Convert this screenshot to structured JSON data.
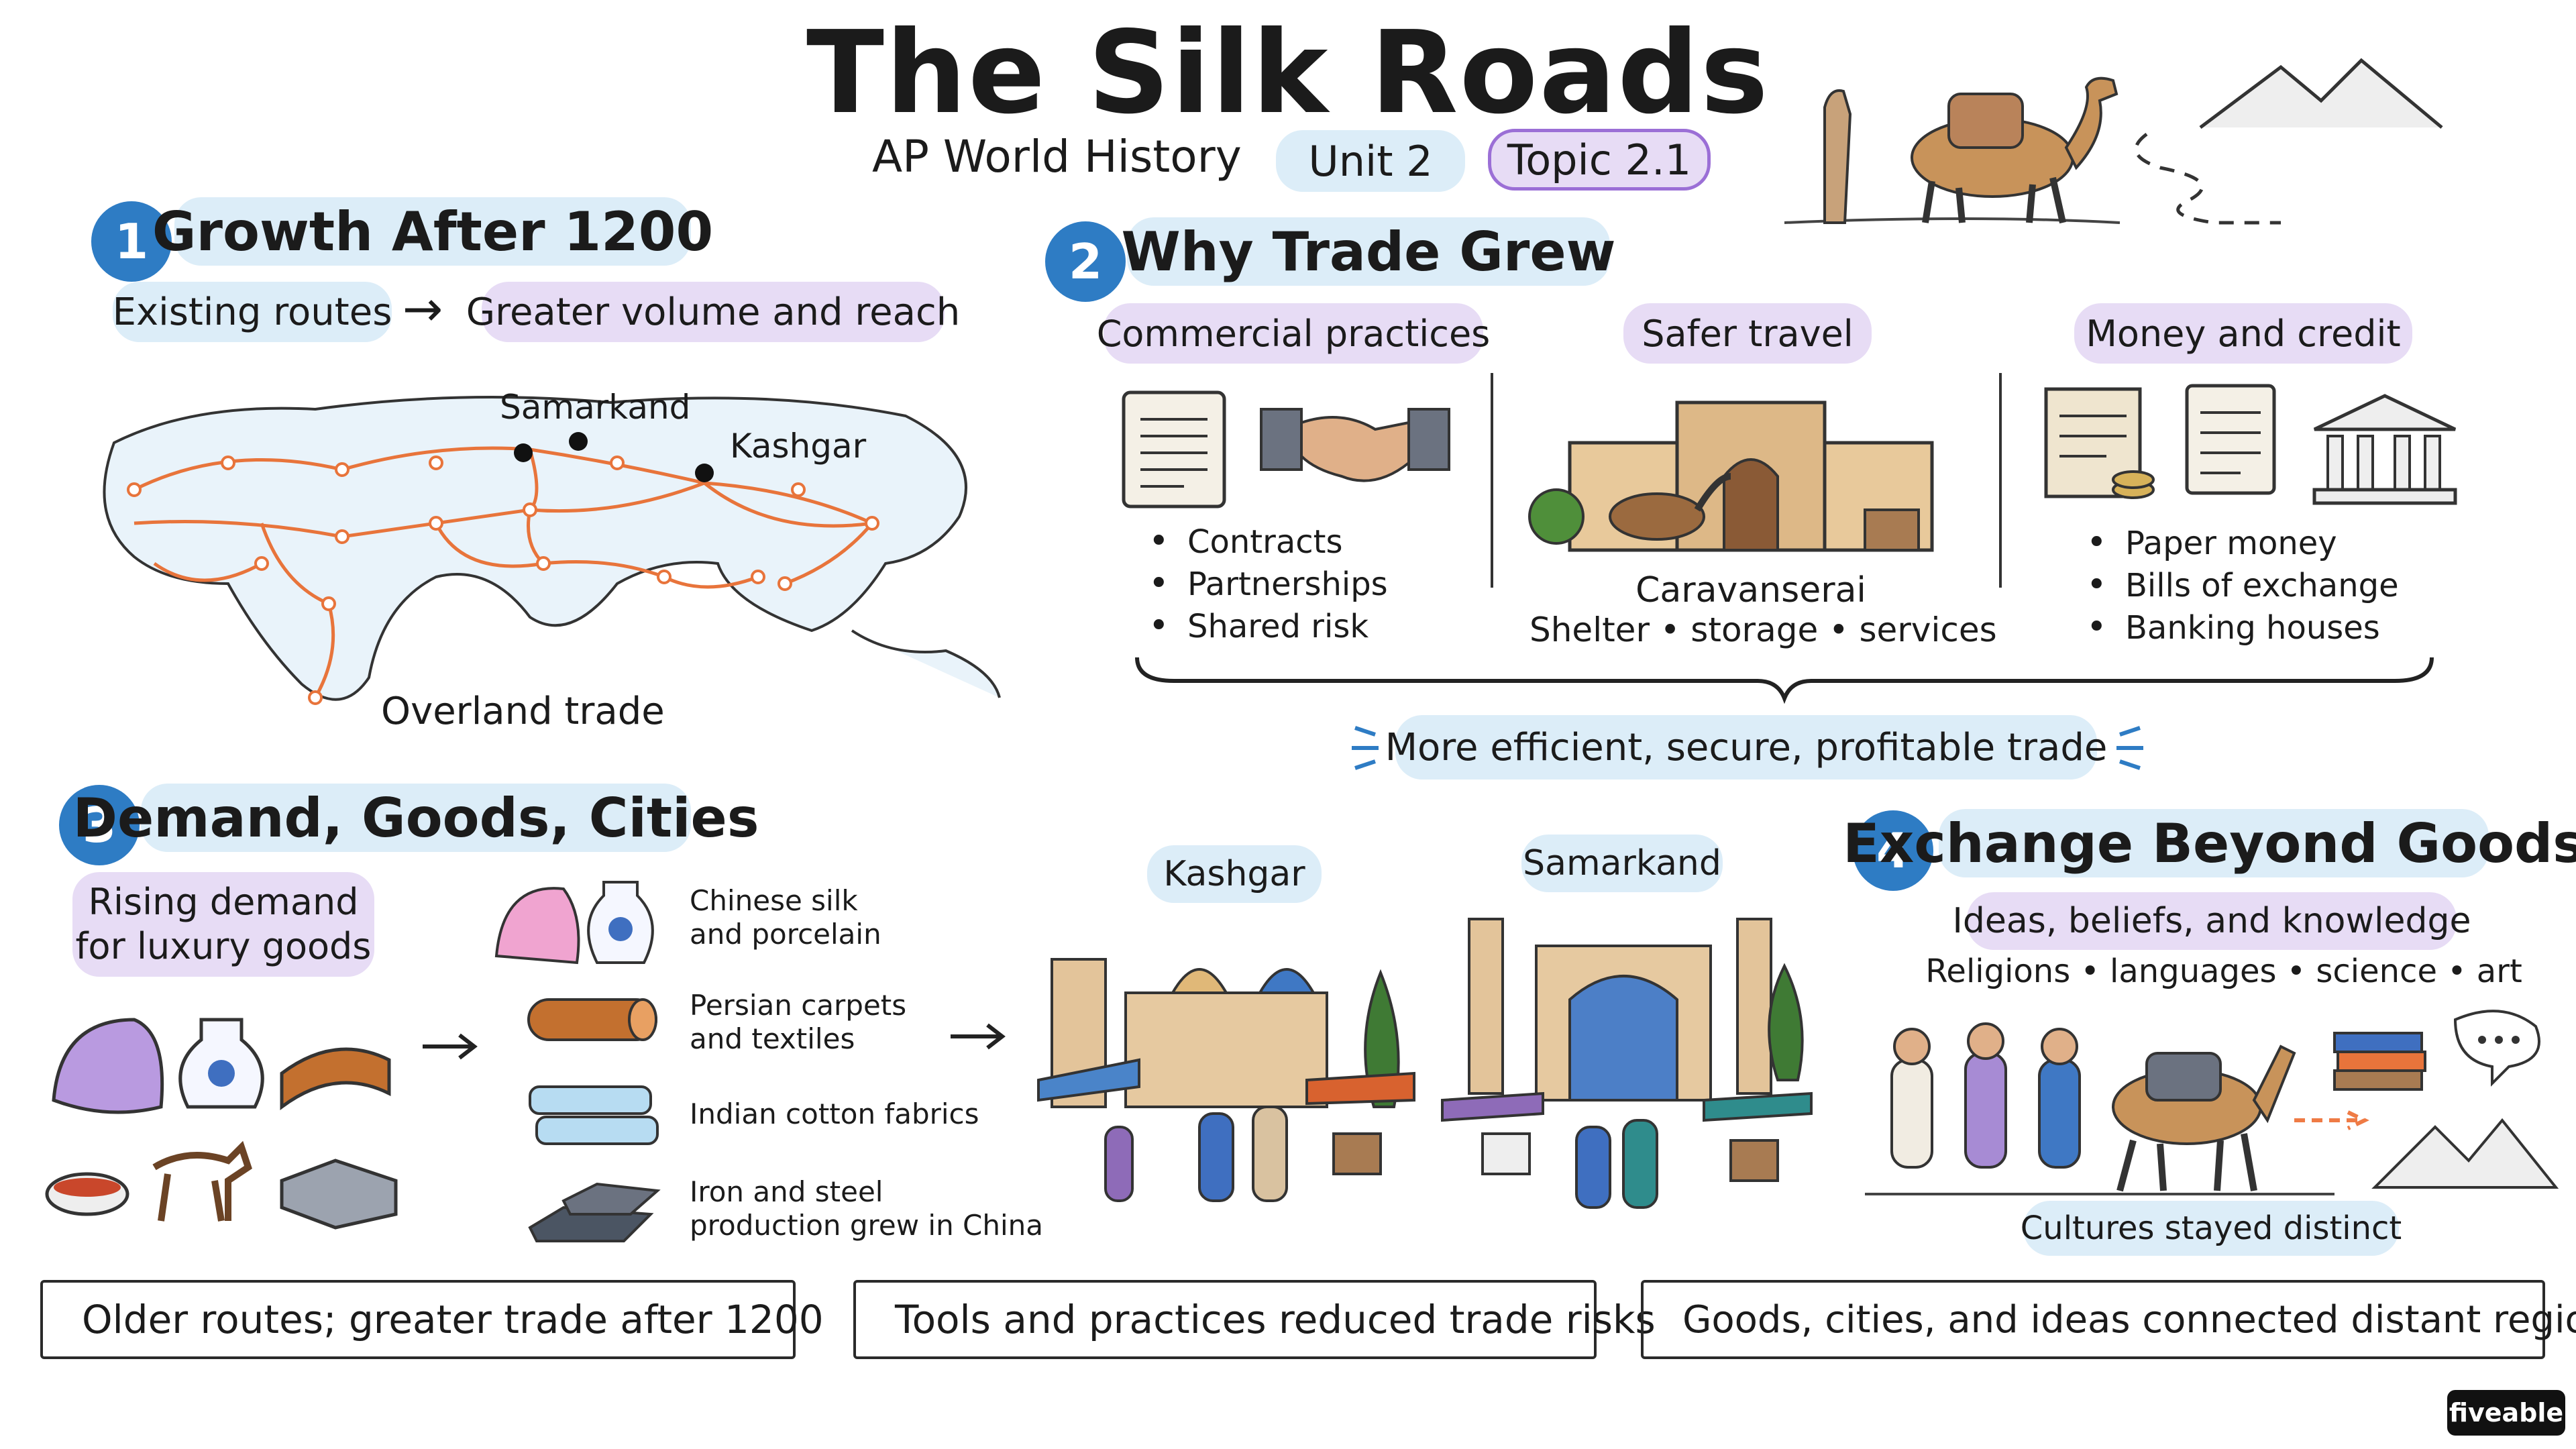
{
  "header": {
    "title": "The Silk Roads",
    "subtitle": "AP World History",
    "unit": "Unit 2",
    "topic": "Topic 2.1"
  },
  "s1": {
    "num": "1",
    "title": "Growth After 1200",
    "from": "Existing routes",
    "arrow": "→",
    "to": "Greater volume and reach",
    "cities": [
      "Samarkand",
      "Kashgar"
    ],
    "caption": "Overland trade"
  },
  "s2": {
    "num": "2",
    "title": "Why Trade Grew",
    "commercial": {
      "label": "Commercial practices",
      "items": [
        "Contracts",
        "Partnerships",
        "Shared risk"
      ]
    },
    "safer": {
      "label": "Safer travel",
      "name": "Caravanserai",
      "detail": "Shelter • storage • services"
    },
    "money": {
      "label": "Money and credit",
      "items": [
        "Paper money",
        "Bills of exchange",
        "Banking houses"
      ]
    },
    "result": "More efficient, secure, profitable trade"
  },
  "s3": {
    "num": "3",
    "title": "Demand, Goods, Cities",
    "demand": [
      "Rising demand",
      "for luxury goods"
    ],
    "goods": [
      [
        "Chinese silk",
        "and porcelain"
      ],
      [
        "Persian carpets",
        "and textiles"
      ],
      [
        "Indian cotton fabrics"
      ],
      [
        "Iron and steel",
        "production grew in China"
      ]
    ],
    "cities": [
      "Kashgar",
      "Samarkand"
    ]
  },
  "s4": {
    "num": "4",
    "title": "Exchange Beyond Goods",
    "ideas": "Ideas, beliefs, and knowledge",
    "list": "Religions • languages • science • art",
    "note": "Cultures stayed distinct"
  },
  "footer": [
    "Older routes; greater trade after 1200",
    "Tools and practices reduced trade risks",
    "Goods, cities, and ideas connected distant regions"
  ],
  "brand": "fiveable",
  "colors": {
    "accent_blue": "#2e7cc4",
    "pill_blue": "#dcedf8",
    "pill_lavender": "#e7dcf5",
    "route_orange": "#e8743b",
    "marker_purple": "#9b6fd6",
    "marker_orange": "#ef7b45"
  }
}
